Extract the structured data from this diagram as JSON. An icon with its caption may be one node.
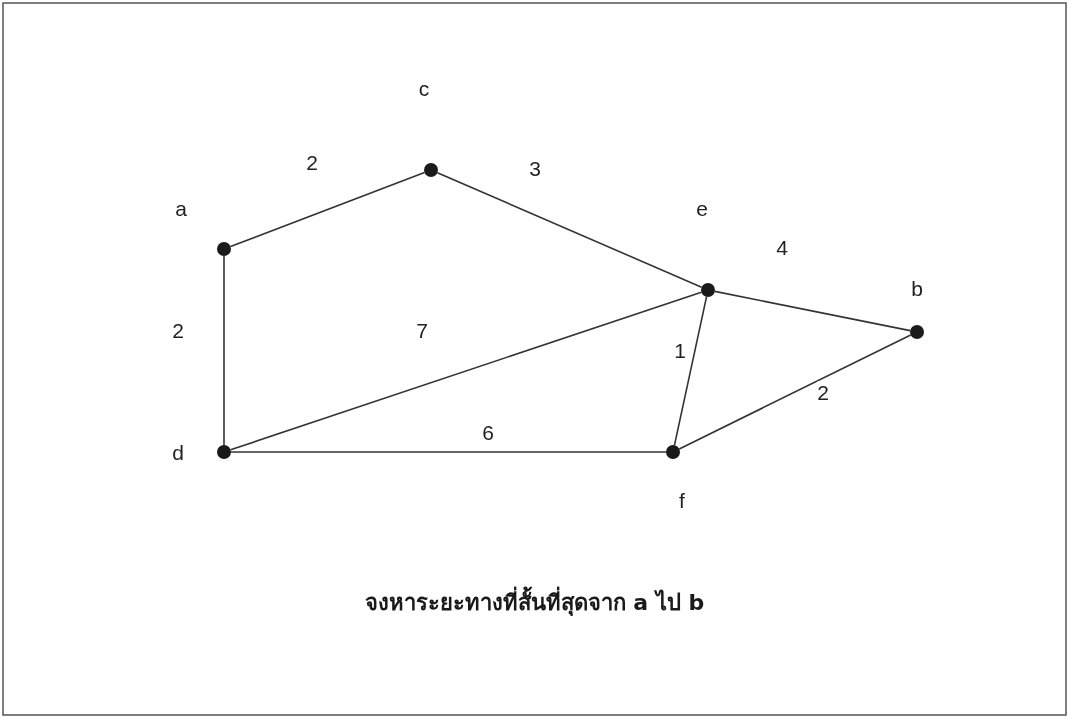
{
  "diagram": {
    "caption": "จงหาระยะทางที่สั้นที่สุดจาก a ไป b",
    "nodes": [
      {
        "text": [],
        "shape": "circle",
        "beside": [
          "a"
        ]
      },
      {
        "text": [],
        "shape": "circle",
        "beside": [
          "c"
        ]
      },
      {
        "text": [],
        "shape": "circle",
        "beside": [
          "e"
        ]
      },
      {
        "text": [],
        "shape": "circle",
        "beside": [
          "b"
        ]
      },
      {
        "text": [],
        "shape": "circle",
        "beside": [
          "d"
        ]
      },
      {
        "text": [],
        "shape": "circle",
        "beside": [
          "f"
        ]
      }
    ],
    "edges": [
      {
        "from": 0,
        "to": 1,
        "arrow": "none",
        "label": "2"
      },
      {
        "from": 1,
        "to": 2,
        "arrow": "none",
        "label": "3"
      },
      {
        "from": 2,
        "to": 3,
        "arrow": "none",
        "label": "4"
      },
      {
        "from": 0,
        "to": 4,
        "arrow": "none",
        "label": "2"
      },
      {
        "from": 4,
        "to": 2,
        "arrow": "none",
        "label": "7"
      },
      {
        "from": 2,
        "to": 5,
        "arrow": "none",
        "label": "1"
      },
      {
        "from": 5,
        "to": 3,
        "arrow": "none",
        "label": "2"
      },
      {
        "from": 4,
        "to": 5,
        "arrow": "none",
        "label": "6"
      }
    ]
  }
}
